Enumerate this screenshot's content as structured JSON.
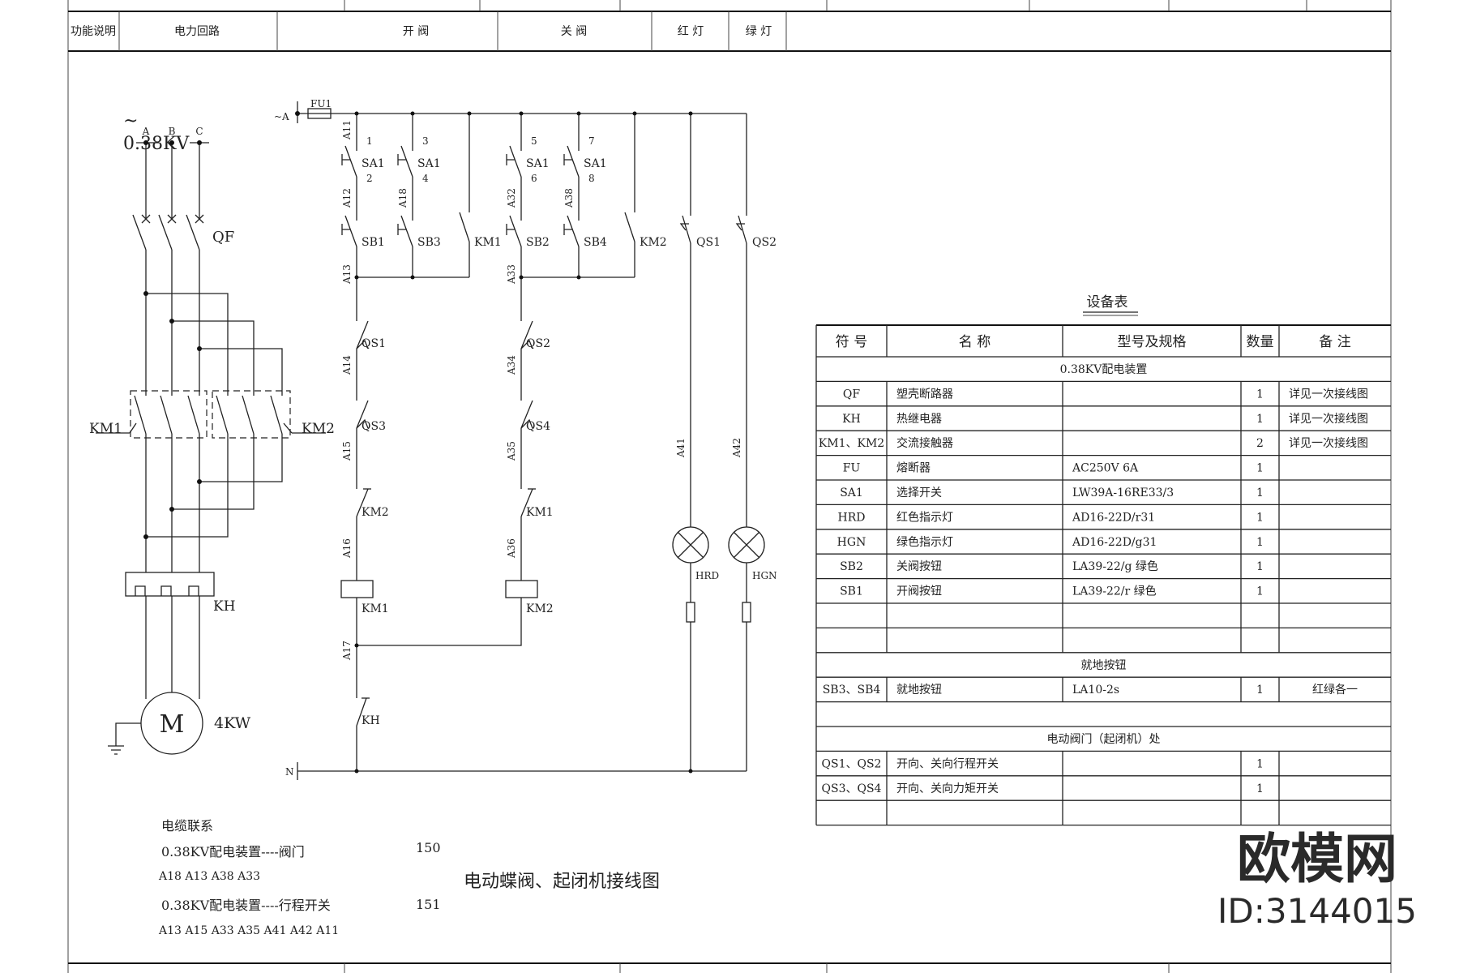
{
  "title_strip": {
    "cells": [
      "功能说明",
      "电力回路",
      "开  阀",
      "关  阀",
      "红 灯",
      "绿 灯"
    ]
  },
  "power_circuit": {
    "tilde": "~",
    "voltage": "0.38KV",
    "phases": [
      "A",
      "B",
      "C"
    ],
    "breaker": "QF",
    "contactor_1": "KM1",
    "contactor_2": "KM2",
    "thermal_relay": "KH",
    "motor": "M",
    "motor_power": "4KW"
  },
  "control_circuit": {
    "supply": "~A",
    "neutral": "N",
    "fuse": "FU1",
    "terminals": [
      "1",
      "2",
      "3",
      "4",
      "5",
      "6",
      "7",
      "8"
    ],
    "wires": [
      "A11",
      "A12",
      "A13",
      "A14",
      "A15",
      "A16",
      "A17",
      "A18",
      "A32",
      "A33",
      "A34",
      "A35",
      "A36",
      "A38",
      "A41",
      "A42"
    ],
    "labels": {
      "sa1": "SA1",
      "sb1": "SB1",
      "sb2": "SB2",
      "sb3": "SB3",
      "sb4": "SB4",
      "km1": "KM1",
      "km2": "KM2",
      "qs1": "QS1",
      "qs2": "QS2",
      "qs3": "QS3",
      "qs4": "QS4",
      "kh": "KH",
      "hrd": "HRD",
      "hgn": "HGN"
    }
  },
  "equipment_table": {
    "title": "设备表",
    "headers": [
      "符 号",
      "名    称",
      "型号及规格",
      "数量",
      "备  注"
    ],
    "rows": [
      {
        "section": "0.38KV配电装置"
      },
      {
        "cells": [
          "QF",
          "塑壳断路器",
          "",
          "1",
          "详见一次接线图"
        ]
      },
      {
        "cells": [
          "KH",
          "热继电器",
          "",
          "1",
          "详见一次接线图"
        ]
      },
      {
        "cells": [
          "KM1、KM2",
          "交流接触器",
          "",
          "2",
          "详见一次接线图"
        ]
      },
      {
        "cells": [
          "FU",
          "熔断器",
          "AC250V   6A",
          "1",
          ""
        ]
      },
      {
        "cells": [
          "SA1",
          "选择开关",
          "LW39A-16RE33/3",
          "1",
          ""
        ]
      },
      {
        "cells": [
          "HRD",
          "红色指示灯",
          "AD16-22D/r31",
          "1",
          ""
        ]
      },
      {
        "cells": [
          "HGN",
          "绿色指示灯",
          "AD16-22D/g31",
          "1",
          ""
        ]
      },
      {
        "cells": [
          "SB2",
          "关阀按钮",
          "LA39-22/g   绿色",
          "1",
          ""
        ]
      },
      {
        "cells": [
          "SB1",
          "开阀按钮",
          "LA39-22/r   绿色",
          "1",
          ""
        ]
      },
      {
        "cells": [
          "",
          "",
          "",
          "",
          ""
        ]
      },
      {
        "cells": [
          "",
          "",
          "",
          "",
          ""
        ]
      },
      {
        "section": "就地按钮"
      },
      {
        "cells": [
          "SB3、SB4",
          "就地按钮",
          "LA10-2s",
          "1",
          "红绿各一"
        ]
      },
      {
        "section": ""
      },
      {
        "section": "电动阀门（起闭机）处"
      },
      {
        "cells": [
          "QS1、QS2",
          "开向、关向行程开关",
          "",
          "1",
          ""
        ]
      },
      {
        "cells": [
          "QS3、QS4",
          "开向、关向力矩开关",
          "",
          "1",
          ""
        ]
      },
      {
        "cells": [
          "",
          "",
          "",
          "",
          ""
        ]
      }
    ]
  },
  "cable_notes": {
    "heading": "电缆联系",
    "items": [
      {
        "route": "0.38KV配电装置----阀门",
        "number": "150",
        "wires": "A18   A13   A38   A33"
      },
      {
        "route": "0.38KV配电装置----行程开关",
        "number": "151",
        "wires": "A13   A15   A33   A35   A41   A42   A11"
      }
    ]
  },
  "drawing_title": "电动蝶阀、起闭机接线图",
  "watermark": {
    "logo": "欧模网",
    "id": "ID:3144015"
  }
}
